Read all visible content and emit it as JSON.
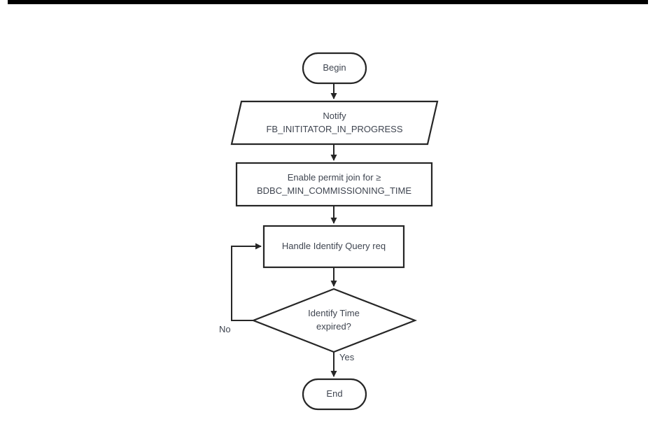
{
  "canvas": {
    "background": "#ffffff",
    "top_bar_color": "#000000"
  },
  "flowchart": {
    "stroke_color": "#262626",
    "text_color": "#3f4550",
    "nodes": {
      "begin": {
        "type": "terminator",
        "label": "Begin"
      },
      "notify": {
        "type": "input-output",
        "label": "Notify\nFB_INITITATOR_IN_PROGRESS"
      },
      "enable_permit_join": {
        "type": "process",
        "label": "Enable permit join for ≥\nBDBC_MIN_COMMISSIONING_TIME"
      },
      "handle_identify_query": {
        "type": "process",
        "label": "Handle Identify Query req"
      },
      "identify_time_expired": {
        "type": "decision",
        "label": "Identify Time\nexpired?"
      },
      "end": {
        "type": "terminator",
        "label": "End"
      }
    },
    "edge_labels": {
      "no": "No",
      "yes": "Yes"
    }
  }
}
